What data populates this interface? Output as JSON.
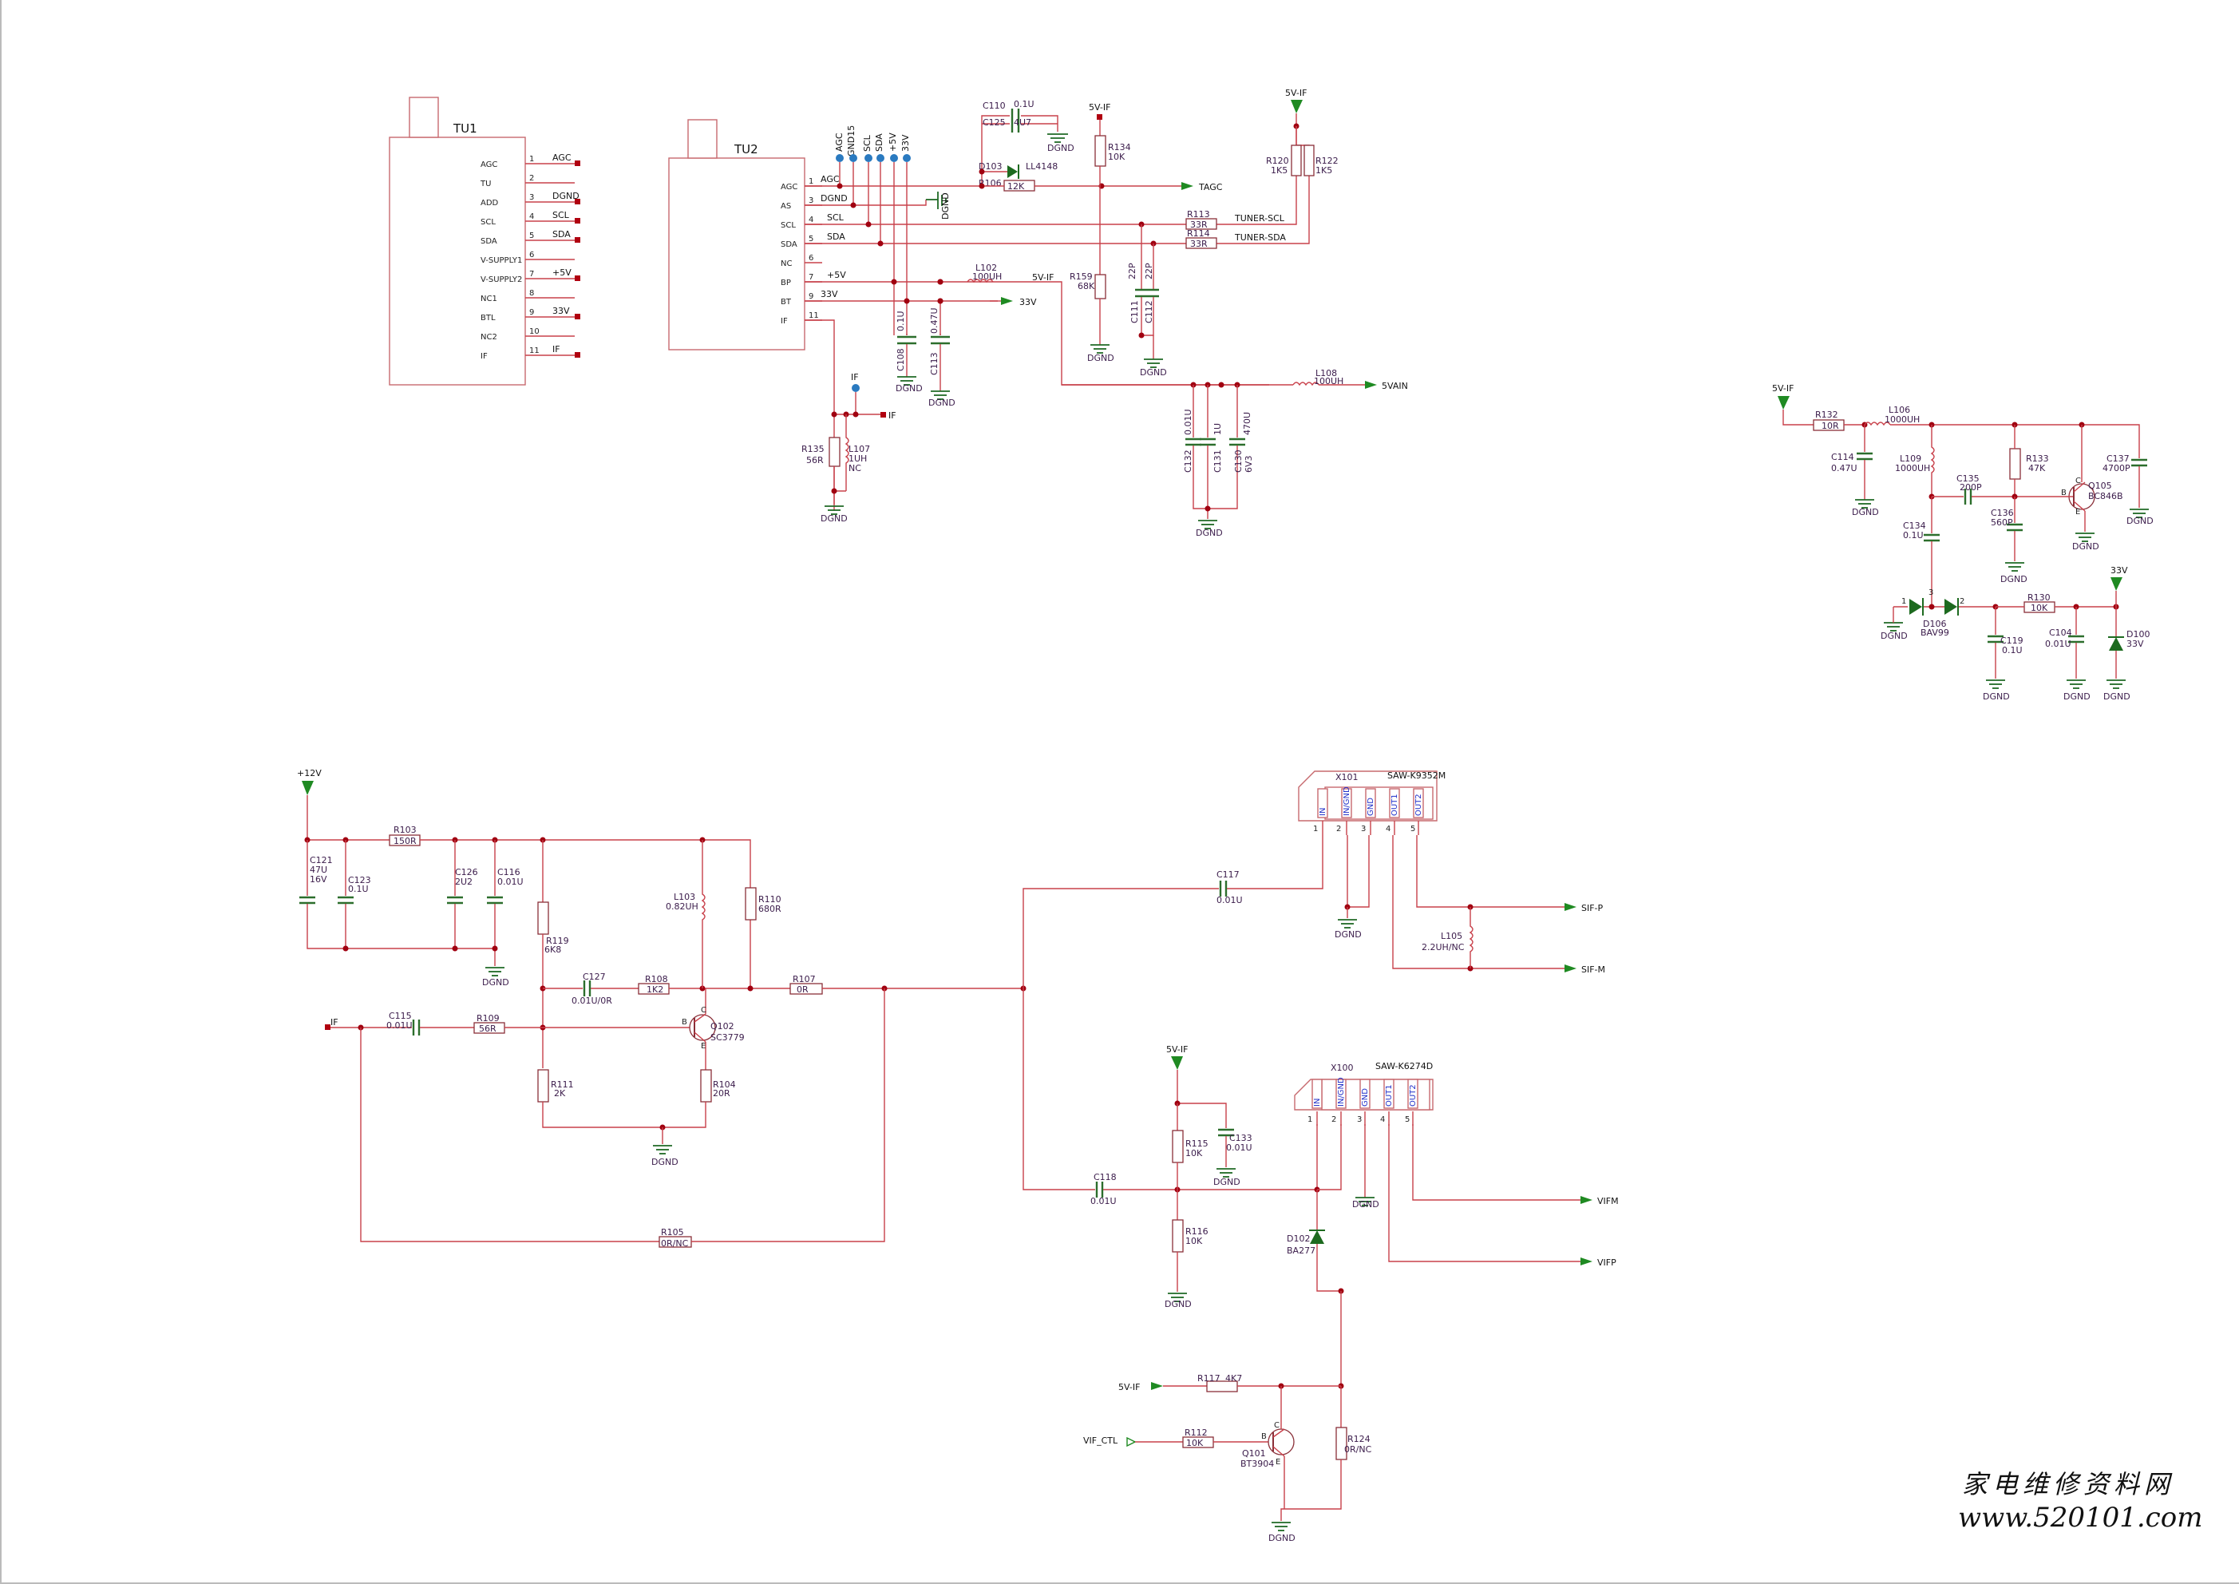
{
  "tuners": {
    "tu1": {
      "title": "TU1",
      "pins": [
        "AGC",
        "TU",
        "ADD",
        "SCL",
        "SDA",
        "V-SUPPLY1",
        "V-SUPPLY2",
        "NC1",
        "BTL",
        "NC2",
        "IF"
      ],
      "pin_nums": [
        "1",
        "2",
        "3",
        "4",
        "5",
        "6",
        "7",
        "8",
        "9",
        "10",
        "11"
      ],
      "nets": [
        "AGC",
        "DGND",
        "SCL",
        "SDA",
        "+5V",
        "33V",
        "IF"
      ]
    },
    "tu2": {
      "title": "TU2",
      "pins": [
        "AGC",
        "AS",
        "SCL",
        "SDA",
        "NC",
        "BP",
        "BT",
        "IF"
      ],
      "pin_nums": [
        "1",
        "3",
        "4",
        "5",
        "6",
        "7",
        "9",
        "11"
      ],
      "nets": [
        "AGC",
        "DGND",
        "SCL",
        "SDA",
        "+5V",
        "33V"
      ],
      "header": [
        "AGC",
        "GND15",
        "SCL",
        "SDA",
        "+5V",
        "33V"
      ]
    }
  },
  "labels": {
    "c110": "C110",
    "c110_v": "0.1U",
    "c125": "C125",
    "c125_v": "4U7",
    "d103": "D103",
    "d103_v": "LL4148",
    "r106": "R106",
    "r106_v": "12K",
    "r134": "R134",
    "r134_v": "10K",
    "tagc": "TAGC",
    "r120": "R120",
    "r120_v": "1K5",
    "r122": "R122",
    "r122_v": "1K5",
    "r113": "R113",
    "r113_v": "33R",
    "r114": "R114",
    "r114_v": "33R",
    "tuner_scl": "TUNER-SCL",
    "tuner_sda": "TUNER-SDA",
    "l102": "L102",
    "l102_v": "100UH",
    "r159": "R159",
    "r159_v": "68K",
    "c111": "C111",
    "c111_v": "22P",
    "c112": "C112",
    "c112_v": "22P",
    "c108": "C108",
    "c108_v": "0.1U",
    "c113": "C113",
    "c113_v": "0.47U",
    "r135": "R135",
    "r135_v": "56R",
    "l107": "L107",
    "l107_v": "1UH",
    "l107_nc": "NC",
    "l108": "L108",
    "l108_v": "100UH",
    "fivevain": "5VAIN",
    "c132": "C132",
    "c132_v": "0.01U",
    "c131": "C131",
    "c131_v": "1U",
    "c130": "C130",
    "c130_v": "470U",
    "c130_v2": "6V3",
    "r132": "R132",
    "r132_v": "10R",
    "l106": "L106",
    "l106_v": "1000UH",
    "c114": "C114",
    "c114_v": "0.47U",
    "l109": "L109",
    "l109_v": "1000UH",
    "r133": "R133",
    "r133_v": "47K",
    "c137": "C137",
    "c137_v": "4700P",
    "c135": "C135",
    "c135_v": "200P",
    "q105": "Q105",
    "q105_v": "BC846B",
    "c136": "C136",
    "c136_v": "560P",
    "c134": "C134",
    "c134_v": "0.1U",
    "d106": "D106",
    "d106_v": "BAV99",
    "r130": "R130",
    "r130_v": "10K",
    "c119": "C119",
    "c119_v": "0.1U",
    "c104": "C104",
    "c104_v": "0.01U",
    "d100": "D100",
    "d100_v": "33V",
    "r103": "R103",
    "r103_v": "150R",
    "c121": "C121",
    "c121_v": "47U",
    "c121_v2": "16V",
    "c123": "C123",
    "c123_v": "0.1U",
    "c126": "C126",
    "c126_v": "2U2",
    "c116": "C116",
    "c116_v": "0.01U",
    "r119": "R119",
    "r119_v": "6K8",
    "l103": "L103",
    "l103_v": "0.82UH",
    "r110": "R110",
    "r110_v": "680R",
    "c127": "C127",
    "c127_v": "0.01U/0R",
    "r108": "R108",
    "r108_v": "1K2",
    "r107": "R107",
    "r107_v": "0R",
    "c115": "C115",
    "c115_v": "0.01U",
    "r109": "R109",
    "r109_v": "56R",
    "q102": "Q102",
    "q102_v": "SC3779",
    "r111": "R111",
    "r111_v": "2K",
    "r104": "R104",
    "r104_v": "20R",
    "r105": "R105",
    "r105_v": "0R/NC",
    "c117": "C117",
    "c117_v": "0.01U",
    "x101": "X101",
    "x101_v": "SAW-K9352M",
    "x101_pins": [
      "IN",
      "IN/GND",
      "GND",
      "OUT1",
      "OUT2"
    ],
    "l105": "L105",
    "l105_v": "2.2UH/NC",
    "sifp": "SIF-P",
    "sifm": "SIF-M",
    "x100": "X100",
    "x100_v": "SAW-K6274D",
    "x100_pins": [
      "IN",
      "IN/GND",
      "GND",
      "OUT1",
      "OUT2"
    ],
    "c118": "C118",
    "c118_v": "0.01U",
    "r115": "R115",
    "r115_v": "10K",
    "c133": "C133",
    "c133_v": "0.01U",
    "r116": "R116",
    "r116_v": "10K",
    "d102": "D102",
    "d102_v": "BA277",
    "vifm": "VIFM",
    "vifp": "VIFP",
    "r117": "R117",
    "r117_v": "4K7",
    "r112": "R112",
    "r112_v": "10K",
    "q101": "Q101",
    "q101_v": "BT3904",
    "r124": "R124",
    "r124_v": "0R/NC",
    "vif_ctl": "VIF_CTL",
    "p12v": "+12V",
    "fiveif": "5V-IF",
    "dgnd": "DGND",
    "p33v": "33V",
    "if": "IF",
    "agc": "AGC",
    "scl": "SCL",
    "sda": "SDA",
    "p5v": "+5V",
    "b": "B",
    "c": "C",
    "e": "E",
    "n1": "1",
    "n2": "2",
    "n3": "3",
    "n4": "4",
    "n5": "5"
  },
  "watermark": {
    "cn": "家电维修资料网",
    "url": "www.520101.com"
  }
}
